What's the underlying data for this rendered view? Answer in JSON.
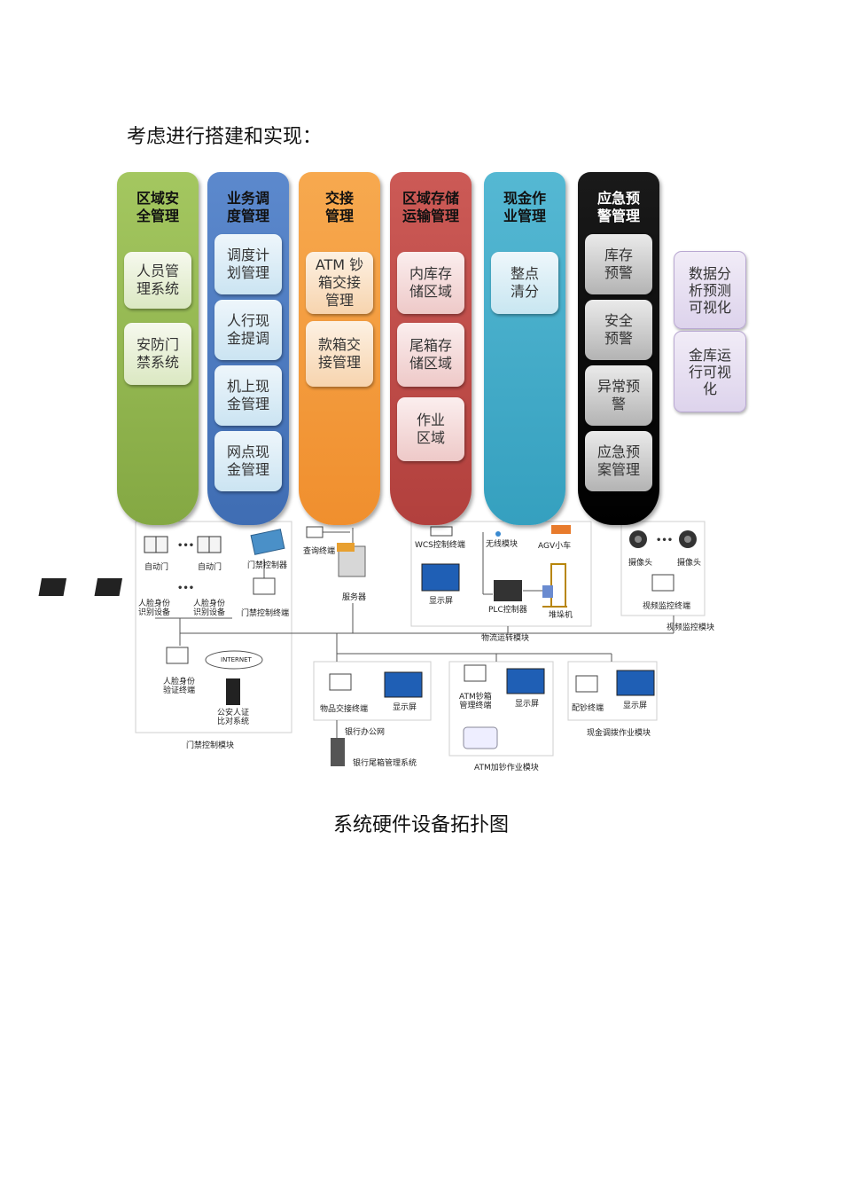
{
  "intro": "考虑进行搭建和实现：",
  "caption": "系统硬件设备拓扑图",
  "columns": [
    {
      "title_lines": [
        "区域安",
        "全管理"
      ],
      "cards": [
        [
          "人员管",
          "理系统"
        ],
        [
          "安防门",
          "禁系统"
        ]
      ]
    },
    {
      "title_lines": [
        "业务调",
        "度管理"
      ],
      "cards": [
        [
          "调度计",
          "划管理"
        ],
        [
          "人行现",
          "金提调"
        ],
        [
          "机上现",
          "金管理"
        ],
        [
          "网点现",
          "金管理"
        ]
      ]
    },
    {
      "title_lines": [
        "交接",
        "管理"
      ],
      "cards": [
        [
          "ATM 钞",
          "箱交接",
          "管理"
        ],
        [
          "款箱交",
          "接管理"
        ]
      ]
    },
    {
      "title_lines": [
        "区域存储",
        "运输管理"
      ],
      "cards": [
        [
          "内库存",
          "储区域"
        ],
        [
          "尾箱存",
          "储区域"
        ],
        [
          "作业",
          "区域"
        ]
      ]
    },
    {
      "title_lines": [
        "现金作",
        "业管理"
      ],
      "cards": [
        [
          "整点",
          "清分"
        ]
      ]
    },
    {
      "title_lines": [
        "应急预",
        "警管理"
      ],
      "cards": [
        [
          "库存",
          "预警"
        ],
        [
          "安全",
          "预警"
        ],
        [
          "异常预",
          "警"
        ],
        [
          "应急预",
          "案管理"
        ]
      ]
    }
  ],
  "side_cards": [
    [
      "数据分",
      "析预测",
      "可视化"
    ],
    [
      "金库运",
      "行可视",
      "化"
    ]
  ],
  "colors": {
    "green": "#8db24a",
    "blue": "#4a77bd",
    "orange": "#f39a3c",
    "red": "#bf4b48",
    "teal": "#3fa9c6",
    "black": "#0a0a0a"
  },
  "diagram": {
    "gate1": "自动门",
    "gate2": "自动门",
    "gate_controller": "门禁控制器",
    "face1": [
      "人脸身份",
      "识别设备"
    ],
    "face2": [
      "人脸身份",
      "识别设备"
    ],
    "gate_terminal": "门禁控制终端",
    "query_terminal": "查询终端",
    "server": "服务器",
    "wcs": "WCS控制终端",
    "wireless": "无线模块",
    "agv": "AGV小车",
    "display_logistics": "显示屏",
    "plc": "PLC控制器",
    "stacker": "堆垛机",
    "logistics_module": "物流运转模块",
    "camera1": "摄像头",
    "camera2": "摄像头",
    "video_terminal": "视频监控终端",
    "video_module": "视频监控模块",
    "face_verify": [
      "人脸身份",
      "验证终端"
    ],
    "internet": "INTERNET",
    "police": [
      "公安人证",
      "比对系统"
    ],
    "gate_module": "门禁控制模块",
    "item_terminal": "物品交接终端",
    "display_item": "显示屏",
    "bank_office": "银行办公网",
    "tailbox_system": "银行尾箱管理系统",
    "atm_terminal": [
      "ATM钞箱",
      "管理终端"
    ],
    "display_atm": "显示屏",
    "atm_module": "ATM加钞作业模块",
    "peichao_terminal": "配钞终端",
    "display_cash": "显示屏",
    "cash_module": "现金调拨作业模块"
  }
}
